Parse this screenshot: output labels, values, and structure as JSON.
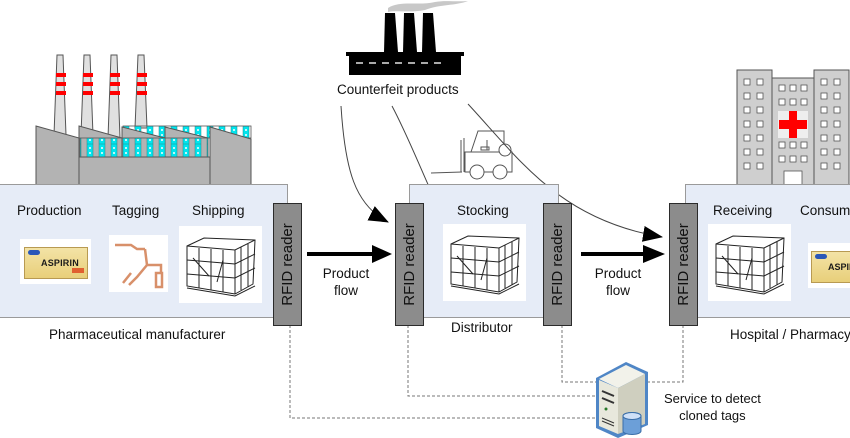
{
  "counterfeit": {
    "label": "Counterfeit products"
  },
  "manufacturer": {
    "caption": "Pharmaceutical manufacturer",
    "steps": [
      "Production",
      "Tagging",
      "Shipping"
    ],
    "reader_label": "RFID reader"
  },
  "distributor": {
    "caption": "Distributor",
    "steps": [
      "Stocking"
    ],
    "reader_in_label": "RFID reader",
    "reader_out_label": "RFID reader"
  },
  "hospital": {
    "caption": "Hospital / Pharmacy",
    "steps": [
      "Receiving",
      "Consumption"
    ],
    "reader_label": "RFID reader"
  },
  "flows": [
    {
      "label_line1": "Product",
      "label_line2": "flow"
    },
    {
      "label_line1": "Product",
      "label_line2": "flow"
    }
  ],
  "service": {
    "line1": "Service to detect",
    "line2": "cloned tags"
  },
  "product_box": {
    "brand": "ASPIRIN"
  },
  "colors": {
    "box_fill": "#e6ecf7",
    "reader_fill": "#8c8c8c",
    "cross_red": "#ff0000",
    "window_cyan": "#00e5ee"
  }
}
